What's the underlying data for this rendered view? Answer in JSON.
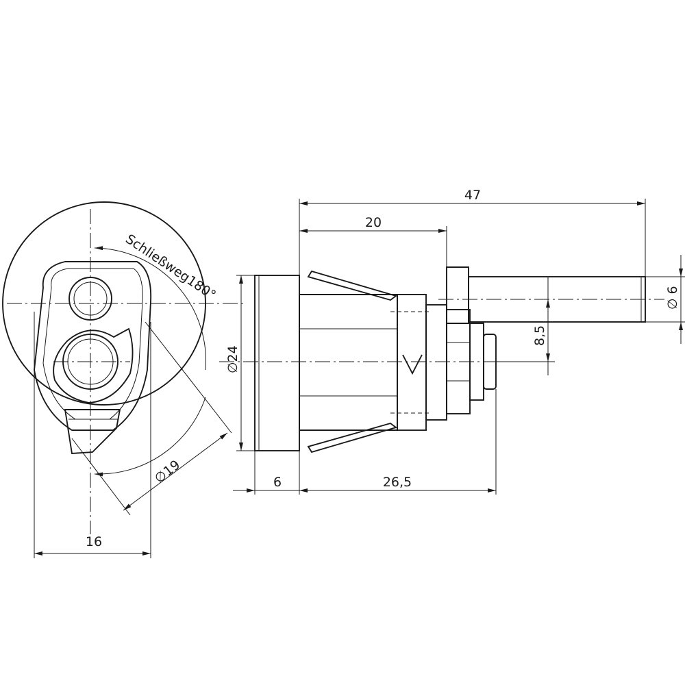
{
  "dimensions": {
    "overall_length": "47",
    "body_length": "20",
    "shaft_diameter": "6",
    "shaft_offset": "8,5",
    "flange_diameter": "24",
    "flange_thickness": "6",
    "rear_length": "26,5",
    "front_diameter": "19",
    "front_width": "16",
    "stroke_note": "Schließweg180°"
  },
  "symbols": {
    "diameter": "∅"
  }
}
